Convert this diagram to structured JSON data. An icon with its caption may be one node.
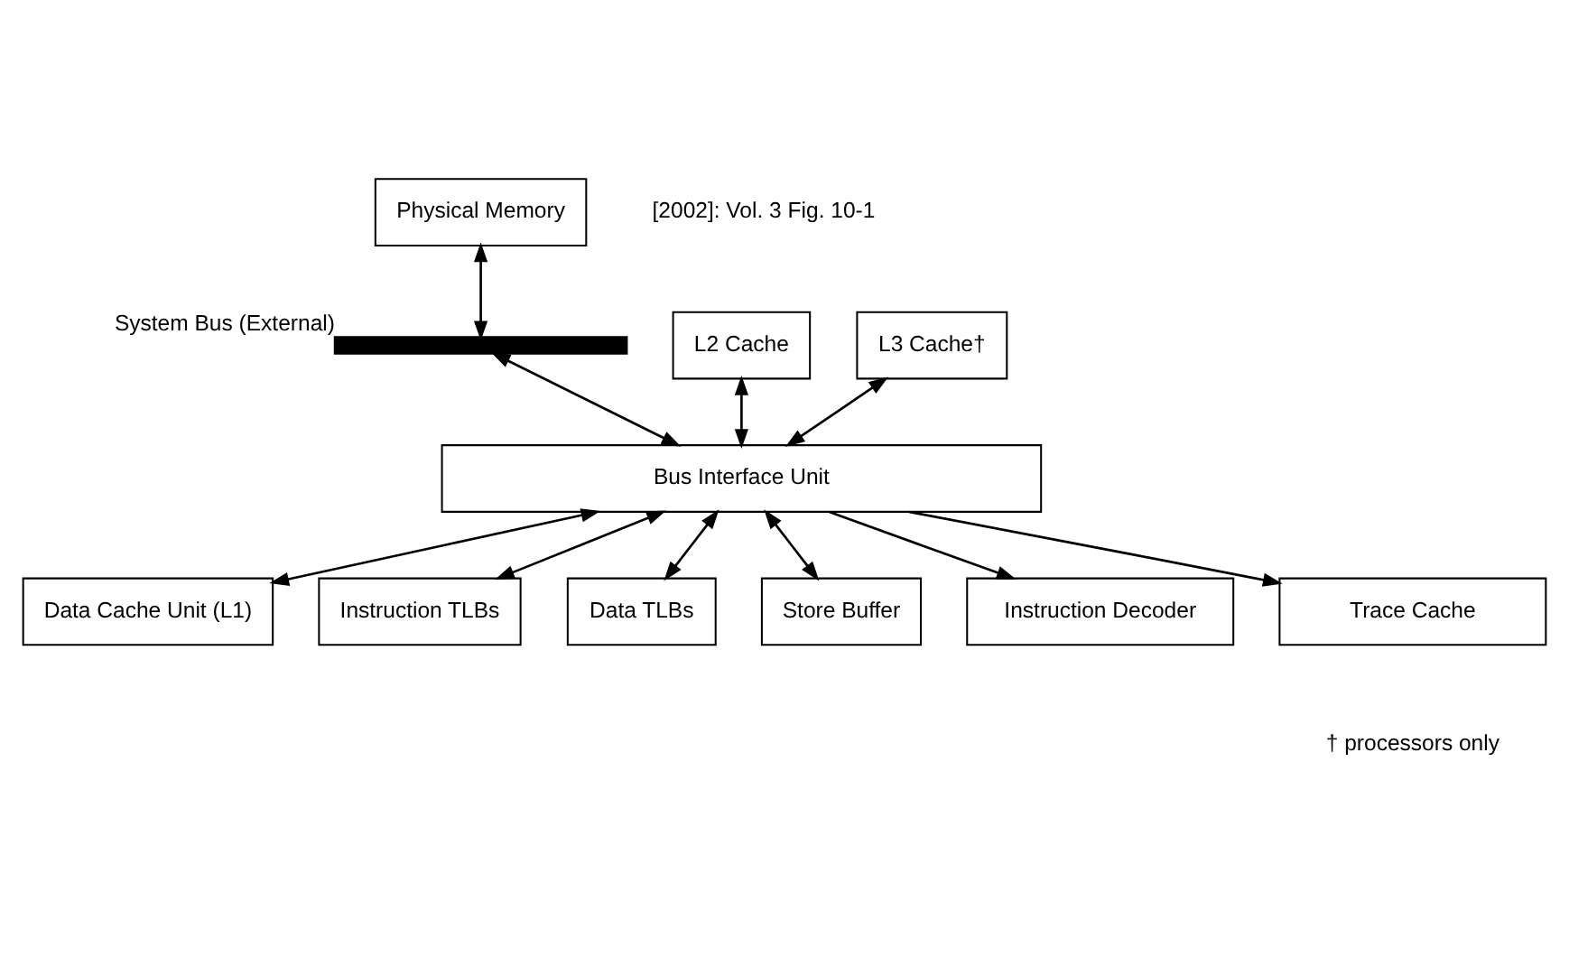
{
  "diagram": {
    "nodes": [
      {
        "text": [
          "Physical Memory"
        ]
      },
      {
        "text": [],
        "shape": "bar",
        "beside": [
          "System Bus (External)"
        ]
      },
      {
        "text": [
          "L2 Cache"
        ]
      },
      {
        "text": [
          "L3 Cache†"
        ]
      },
      {
        "text": [
          "Data Cache Unit (L1)"
        ]
      },
      {
        "text": [
          "Instruction TLBs"
        ]
      },
      {
        "text": [
          "Data TLBs"
        ]
      },
      {
        "text": [
          "Store Buffer"
        ]
      },
      {
        "text": [
          "Bus Interface Unit"
        ]
      },
      {
        "text": [
          "Instruction Decoder"
        ]
      },
      {
        "text": [
          "Trace Cache"
        ]
      }
    ],
    "edges": [
      {
        "from": 0,
        "to": 1,
        "arrow": "both"
      },
      {
        "from": 1,
        "to": 8,
        "arrow": "both"
      },
      {
        "from": 2,
        "to": 8,
        "arrow": "both"
      },
      {
        "from": 3,
        "to": 8,
        "arrow": "both"
      },
      {
        "from": 8,
        "to": 4,
        "arrow": "both"
      },
      {
        "from": 8,
        "to": 5,
        "arrow": "both"
      },
      {
        "from": 8,
        "to": 6,
        "arrow": "both"
      },
      {
        "from": 8,
        "to": 7,
        "arrow": "both"
      },
      {
        "from": 8,
        "to": 9,
        "arrow": "to"
      },
      {
        "from": 8,
        "to": 10,
        "arrow": "to"
      }
    ],
    "labels": [
      "[2002]: Vol. 3 Fig. 10-1",
      "† processors only"
    ]
  }
}
